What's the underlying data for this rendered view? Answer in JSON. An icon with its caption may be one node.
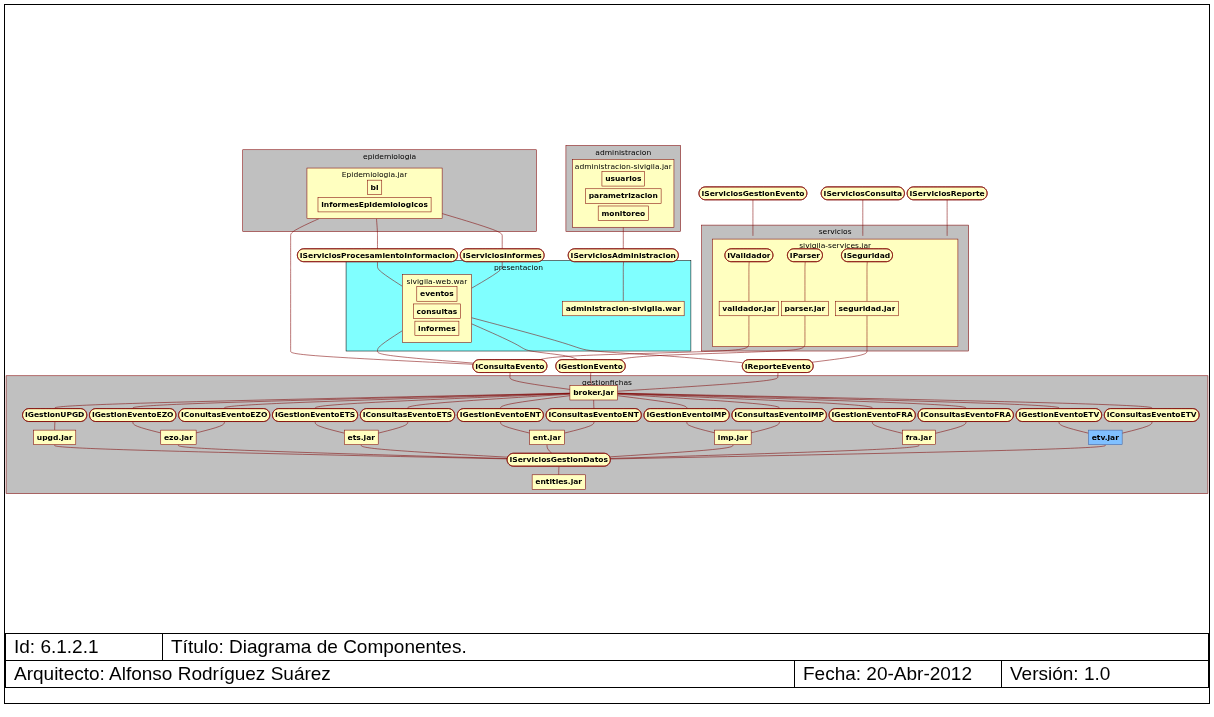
{
  "diagram": {
    "nodes": [
      {
        "text": [
          "IServiciosReporte"
        ]
      },
      {
        "text": [
          "IServiciosConsulta"
        ]
      },
      {
        "text": [
          "IServiciosGestionEvento"
        ]
      },
      {
        "text": [
          "servicios"
        ]
      },
      {
        "text": [
          "sivigila-services.jar"
        ],
        "in": 3
      },
      {
        "text": [
          "ISeguridad"
        ],
        "in": 4
      },
      {
        "text": [
          "IParser"
        ],
        "in": 4
      },
      {
        "text": [
          "IValidador"
        ],
        "in": 4
      },
      {
        "text": [
          "seguridad.jar"
        ],
        "in": 4
      },
      {
        "text": [
          "parser.jar"
        ],
        "in": 4
      },
      {
        "text": [
          "validador.jar"
        ],
        "in": 4
      },
      {
        "text": [
          "presentacion"
        ]
      },
      {
        "text": [
          "administracion-sivigila.war"
        ],
        "in": 11
      },
      {
        "text": [
          "sivigila-web.war"
        ],
        "in": 11
      },
      {
        "text": [
          "eventos"
        ],
        "in": 13
      },
      {
        "text": [
          "consultas"
        ],
        "in": 13
      },
      {
        "text": [
          "informes"
        ],
        "in": 13
      },
      {
        "text": [
          "IServiciosAdministracion"
        ]
      },
      {
        "text": [
          "IConsultaEvento"
        ]
      },
      {
        "text": [
          "IReporteEvento"
        ]
      },
      {
        "text": [
          "IGestionEvento"
        ]
      },
      {
        "text": [
          "IServiciosInformes"
        ]
      },
      {
        "text": [
          "IServiciosProcesamientoInformacion"
        ]
      },
      {
        "text": [
          "gestionfichas"
        ]
      },
      {
        "text": [
          "broker.jar"
        ],
        "in": 23
      },
      {
        "text": [
          "IConsultasEventoETV"
        ],
        "in": 23
      },
      {
        "text": [
          "IGestionEventoETV"
        ],
        "in": 23
      },
      {
        "text": [
          "IConsultasEventoFRA"
        ],
        "in": 23
      },
      {
        "text": [
          "IGestionEventoFRA"
        ],
        "in": 23
      },
      {
        "text": [
          "IConsultasEventoIMP"
        ],
        "in": 23
      },
      {
        "text": [
          "IGestionEventoIMP"
        ],
        "in": 23
      },
      {
        "text": [
          "IConsultasEventoENT"
        ],
        "in": 23
      },
      {
        "text": [
          "IGestionEventoENT"
        ],
        "in": 23
      },
      {
        "text": [
          "IConsultasEventoETS"
        ],
        "in": 23
      },
      {
        "text": [
          "IGestionEventoETS"
        ],
        "in": 23
      },
      {
        "text": [
          "IConultasEventoEZO"
        ],
        "in": 23
      },
      {
        "text": [
          "IGestionEventoEZO"
        ],
        "in": 23
      },
      {
        "text": [
          "IGestionUPGD"
        ],
        "in": 23
      },
      {
        "text": [
          "etv.jar"
        ],
        "in": 23
      },
      {
        "text": [
          "fra.jar"
        ],
        "in": 23
      },
      {
        "text": [
          "imp.jar"
        ],
        "in": 23
      },
      {
        "text": [
          "ent.jar"
        ],
        "in": 23
      },
      {
        "text": [
          "ets.jar"
        ],
        "in": 23
      },
      {
        "text": [
          "ezo.jar"
        ],
        "in": 23
      },
      {
        "text": [
          "upgd.jar"
        ],
        "in": 23
      },
      {
        "text": [
          "IServiciosGestionDatos"
        ],
        "in": 23
      },
      {
        "text": [
          "entities.jar"
        ],
        "in": 23
      },
      {
        "text": [
          "epidemiologia"
        ]
      },
      {
        "text": [
          "Epidemiologia.jar"
        ],
        "in": 47
      },
      {
        "text": [
          "bi"
        ],
        "in": 48
      },
      {
        "text": [
          "informesEpidemiologicos"
        ],
        "in": 48
      },
      {
        "text": [
          "administracion"
        ]
      },
      {
        "text": [
          "administracion-sivigila.jar"
        ],
        "in": 51
      },
      {
        "text": [
          "usuarios"
        ],
        "in": 52
      },
      {
        "text": [
          "parametrizacion"
        ],
        "in": 52
      },
      {
        "text": [
          "monitoreo"
        ],
        "in": 52
      }
    ],
    "edges": [
      {
        "from": 0,
        "to": 4,
        "arrow": "none"
      },
      {
        "from": 1,
        "to": 4,
        "arrow": "none"
      },
      {
        "from": 2,
        "to": 4,
        "arrow": "none"
      },
      {
        "from": 5,
        "to": 8,
        "arrow": "none"
      },
      {
        "from": 6,
        "to": 9,
        "arrow": "none"
      },
      {
        "from": 7,
        "to": 10,
        "arrow": "none"
      },
      {
        "from": 8,
        "to": 19,
        "arrow": "none"
      },
      {
        "from": 9,
        "to": 20,
        "arrow": "none"
      },
      {
        "from": 10,
        "to": 18,
        "arrow": "none"
      },
      {
        "from": 19,
        "to": 24,
        "arrow": "none"
      },
      {
        "from": 20,
        "to": 24,
        "arrow": "none"
      },
      {
        "from": 18,
        "to": 24,
        "arrow": "none"
      },
      {
        "from": 13,
        "to": 19,
        "arrow": "none"
      },
      {
        "from": 13,
        "to": 18,
        "arrow": "none"
      },
      {
        "from": 13,
        "to": 20,
        "arrow": "none"
      },
      {
        "from": 48,
        "to": 18,
        "arrow": "none"
      },
      {
        "from": 21,
        "to": 13,
        "arrow": "none"
      },
      {
        "from": 48,
        "to": 21,
        "arrow": "none"
      },
      {
        "from": 22,
        "to": 13,
        "arrow": "none"
      },
      {
        "from": 48,
        "to": 22,
        "arrow": "none"
      },
      {
        "from": 17,
        "to": 12,
        "arrow": "none"
      },
      {
        "from": 52,
        "to": 17,
        "arrow": "none"
      },
      {
        "from": 24,
        "to": 25,
        "arrow": "none"
      },
      {
        "from": 24,
        "to": 26,
        "arrow": "none"
      },
      {
        "from": 25,
        "to": 38,
        "arrow": "none"
      },
      {
        "from": 26,
        "to": 38,
        "arrow": "none"
      },
      {
        "from": 24,
        "to": 27,
        "arrow": "none"
      },
      {
        "from": 24,
        "to": 28,
        "arrow": "none"
      },
      {
        "from": 27,
        "to": 39,
        "arrow": "none"
      },
      {
        "from": 28,
        "to": 39,
        "arrow": "none"
      },
      {
        "from": 24,
        "to": 29,
        "arrow": "none"
      },
      {
        "from": 24,
        "to": 30,
        "arrow": "none"
      },
      {
        "from": 29,
        "to": 40,
        "arrow": "none"
      },
      {
        "from": 30,
        "to": 40,
        "arrow": "none"
      },
      {
        "from": 24,
        "to": 31,
        "arrow": "none"
      },
      {
        "from": 24,
        "to": 32,
        "arrow": "none"
      },
      {
        "from": 31,
        "to": 41,
        "arrow": "none"
      },
      {
        "from": 32,
        "to": 41,
        "arrow": "none"
      },
      {
        "from": 24,
        "to": 33,
        "arrow": "none"
      },
      {
        "from": 24,
        "to": 34,
        "arrow": "none"
      },
      {
        "from": 33,
        "to": 42,
        "arrow": "none"
      },
      {
        "from": 34,
        "to": 42,
        "arrow": "none"
      },
      {
        "from": 24,
        "to": 35,
        "arrow": "none"
      },
      {
        "from": 24,
        "to": 36,
        "arrow": "none"
      },
      {
        "from": 35,
        "to": 43,
        "arrow": "none"
      },
      {
        "from": 36,
        "to": 43,
        "arrow": "none"
      },
      {
        "from": 24,
        "to": 37,
        "arrow": "none"
      },
      {
        "from": 37,
        "to": 44,
        "arrow": "none"
      },
      {
        "from": 38,
        "to": 45,
        "arrow": "none"
      },
      {
        "from": 39,
        "to": 45,
        "arrow": "none"
      },
      {
        "from": 40,
        "to": 45,
        "arrow": "none"
      },
      {
        "from": 41,
        "to": 45,
        "arrow": "none"
      },
      {
        "from": 42,
        "to": 45,
        "arrow": "none"
      },
      {
        "from": 43,
        "to": 45,
        "arrow": "none"
      },
      {
        "from": 44,
        "to": 45,
        "arrow": "none"
      },
      {
        "from": 45,
        "to": 46,
        "arrow": "none"
      }
    ],
    "labels": [
      "Id: 6.1.2.1",
      "Título: Diagrama de Componentes.",
      "Arquitecto: Alfonso Rodríguez Suárez",
      "Fecha: 20-Abr-2012",
      "Versión: 1.0"
    ]
  }
}
